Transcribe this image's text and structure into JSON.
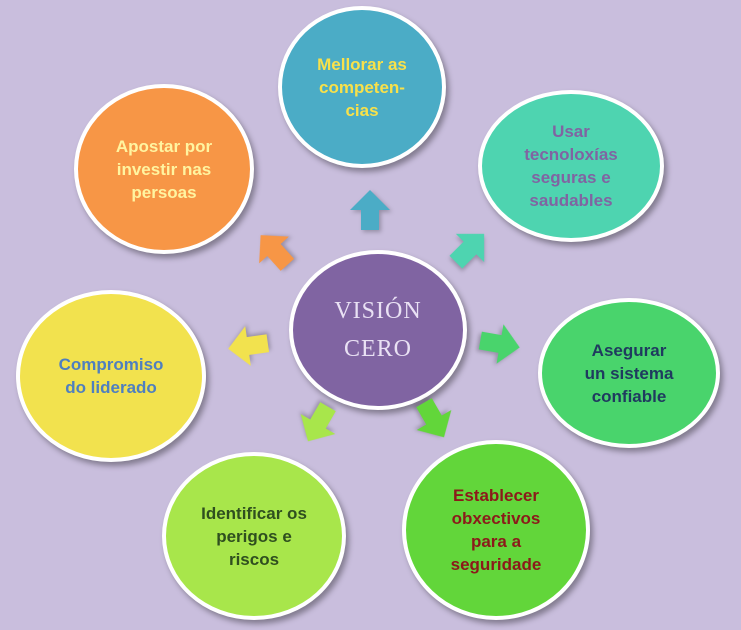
{
  "diagram": {
    "center": {
      "label": "VISIÓN\nCERO",
      "fill": "#8064a2",
      "text_color": "#e9e1f4"
    },
    "nodes": [
      {
        "id": "mellorar",
        "label": "Mellorar as\ncompeten-\ncias",
        "fill": "#4bacc6",
        "text_color": "#f8e14a"
      },
      {
        "id": "usar",
        "label": "Usar\ntecnoloxías\nseguras e\nsaudables",
        "fill": "#4ed4b0",
        "text_color": "#8064a2"
      },
      {
        "id": "asegurar",
        "label": "Asegurar\nun sistema\nconfiable",
        "fill": "#49d46c",
        "text_color": "#1f3a5f"
      },
      {
        "id": "establecer",
        "label": "Establecer\nobxectivos\npara a\nseguridade",
        "fill": "#62d63a",
        "text_color": "#8b1a1a"
      },
      {
        "id": "identificar",
        "label": "Identificar os\nperigos e\nriscos",
        "fill": "#a8e64b",
        "text_color": "#2f4f1f"
      },
      {
        "id": "compromiso",
        "label": "Compromiso\ndo liderado",
        "fill": "#f2e24e",
        "text_color": "#4f7fbf"
      },
      {
        "id": "apostar",
        "label": "Apostar por\ninvestir nas\npersoas",
        "fill": "#f79646",
        "text_color": "#fff4a0"
      }
    ],
    "arrows": [
      {
        "target": "mellorar",
        "color": "#4bacc6"
      },
      {
        "target": "usar",
        "color": "#4ed4b0"
      },
      {
        "target": "asegurar",
        "color": "#49d46c"
      },
      {
        "target": "establecer",
        "color": "#62d63a"
      },
      {
        "target": "identificar",
        "color": "#a8e64b"
      },
      {
        "target": "compromiso",
        "color": "#f2e24e"
      },
      {
        "target": "apostar",
        "color": "#f79646"
      }
    ]
  }
}
